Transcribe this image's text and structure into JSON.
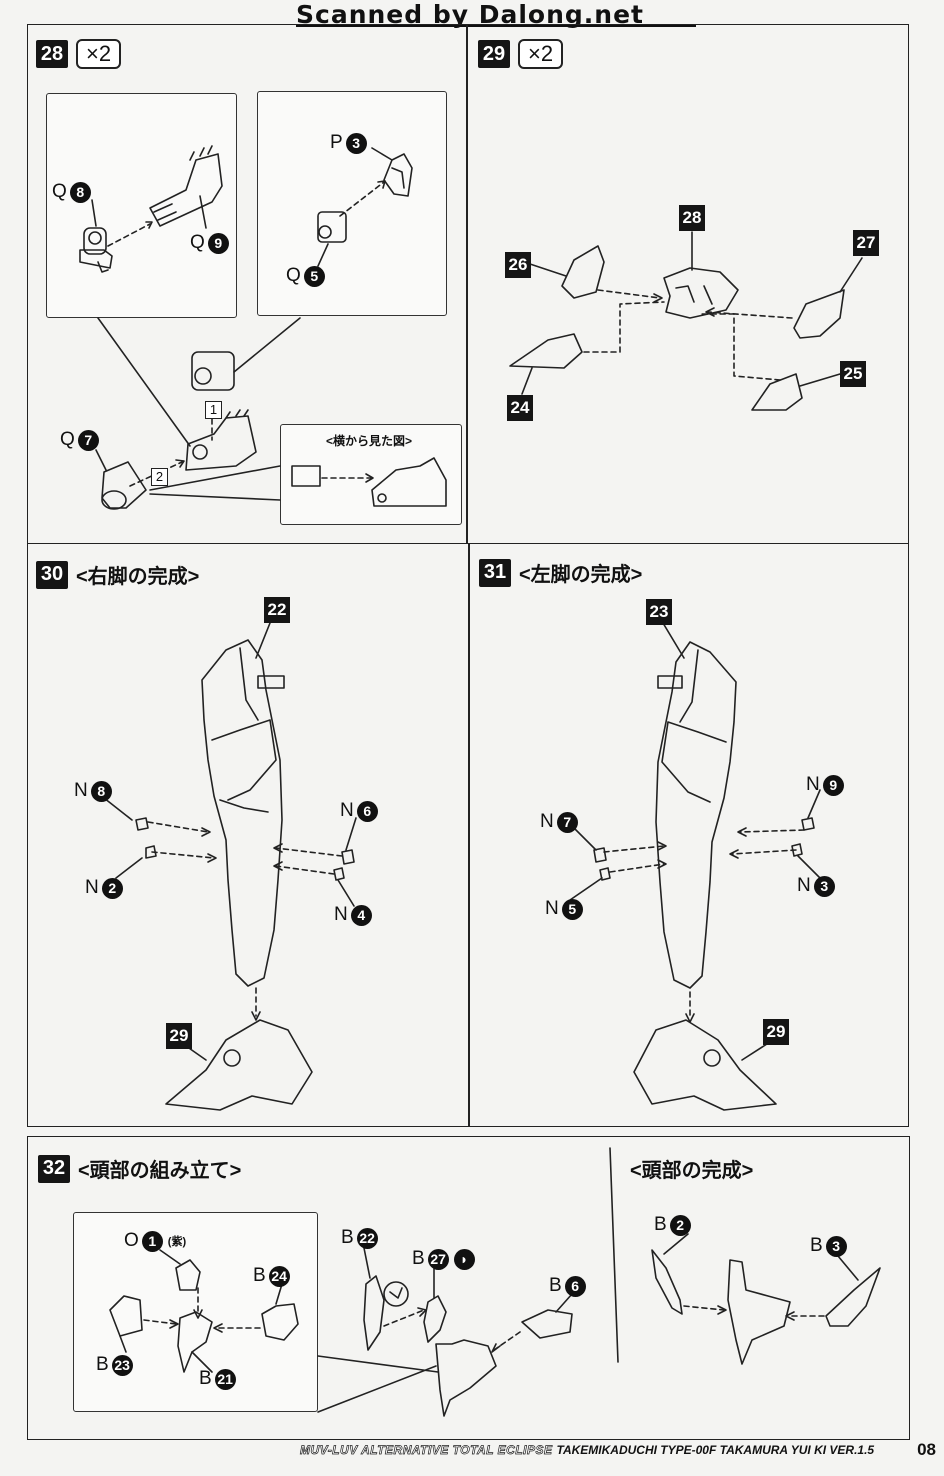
{
  "header": {
    "scan_credit": "Scanned by Dalong.net"
  },
  "steps": [
    {
      "num": "28",
      "qty": "×2",
      "title": ""
    },
    {
      "num": "29",
      "qty": "×2",
      "title": ""
    },
    {
      "num": "30",
      "qty": "",
      "title": "<右脚の完成>"
    },
    {
      "num": "31",
      "qty": "",
      "title": "<左脚の完成>"
    },
    {
      "num": "32",
      "qty": "",
      "title": "<頭部の組み立て>"
    }
  ],
  "head_complete_title": "<頭部の完成>",
  "side_view_label": "<横から見た図>",
  "order_marks": [
    "1",
    "2"
  ],
  "parts": {
    "s28": [
      {
        "letter": "Q",
        "num": "8"
      },
      {
        "letter": "Q",
        "num": "9"
      },
      {
        "letter": "P",
        "num": "3"
      },
      {
        "letter": "Q",
        "num": "5"
      },
      {
        "letter": "Q",
        "num": "7"
      }
    ],
    "s29": [
      "28",
      "26",
      "27",
      "24",
      "25"
    ],
    "s30": [
      {
        "badge": "22"
      },
      {
        "letter": "N",
        "num": "8"
      },
      {
        "letter": "N",
        "num": "6"
      },
      {
        "letter": "N",
        "num": "2"
      },
      {
        "letter": "N",
        "num": "4"
      },
      {
        "badge": "29"
      }
    ],
    "s31": [
      {
        "badge": "23"
      },
      {
        "letter": "N",
        "num": "9"
      },
      {
        "letter": "N",
        "num": "7"
      },
      {
        "letter": "N",
        "num": "3"
      },
      {
        "letter": "N",
        "num": "5"
      },
      {
        "badge": "29"
      }
    ],
    "s32": [
      {
        "letter": "O",
        "num": "1",
        "note": "(紫)"
      },
      {
        "letter": "B",
        "num": "24"
      },
      {
        "letter": "B",
        "num": "23"
      },
      {
        "letter": "B",
        "num": "21"
      },
      {
        "letter": "B",
        "num": "22"
      },
      {
        "letter": "B",
        "num": "27"
      },
      {
        "letter": "B",
        "num": "6"
      }
    ],
    "head_complete": [
      {
        "letter": "B",
        "num": "2"
      },
      {
        "letter": "B",
        "num": "3"
      }
    ]
  },
  "footer": {
    "series": "MUV-LUV ALTERNATIVE TOTAL ECLIPSE",
    "product": "TAKEMIKADUCHI TYPE-00F TAKAMURA YUI KI VER.1.5",
    "page": "08"
  }
}
